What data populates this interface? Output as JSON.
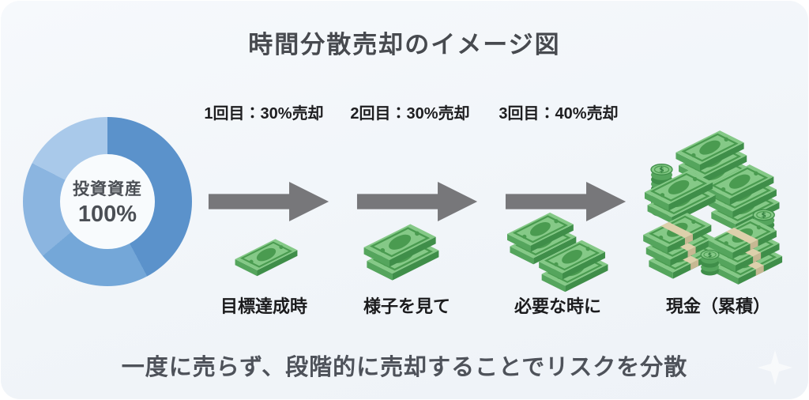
{
  "title": "時間分散売却のイメージ図",
  "donut": {
    "center_label_line1": "投資資産",
    "center_label_line2": "100%",
    "hole_color": "#f8fbfd",
    "segments": [
      {
        "name": "segment-1",
        "color": "#5b92cb",
        "start_deg": 0,
        "end_deg": 152
      },
      {
        "name": "segment-2",
        "color": "#74a7d8",
        "start_deg": 152,
        "end_deg": 230
      },
      {
        "name": "segment-3",
        "color": "#8bb5e0",
        "start_deg": 230,
        "end_deg": 297
      },
      {
        "name": "segment-4",
        "color": "#a9c9ea",
        "start_deg": 297,
        "end_deg": 360
      }
    ]
  },
  "steps": [
    {
      "sale_label": "1回目：30%売却",
      "caption": "目標達成時",
      "icon": "money-bill-single-icon"
    },
    {
      "sale_label": "2回目：30%売却",
      "caption": "様子を見て",
      "icon": "money-stack-two-icon"
    },
    {
      "sale_label": "3回目：40%売却",
      "caption": "必要な時に",
      "icon": "money-stacks-double-icon"
    }
  ],
  "result": {
    "caption": "現金（累積）",
    "icon": "money-pile-large-icon"
  },
  "footer": "一度に売らず、段階的に売却することでリスクを分散",
  "colors": {
    "background": "#f1f5f9",
    "title_text": "#474a4f",
    "label_text": "#1e1e20",
    "footer_text": "#4e525a",
    "arrow": "#77777a",
    "bill_top": "#85c987",
    "bill_side_front": "#55a55d",
    "bill_side_right": "#3f8e49",
    "bill_detail": "#4a9b50",
    "band": "#ddd0ab",
    "coin_dollar": "#2f7c3c"
  }
}
